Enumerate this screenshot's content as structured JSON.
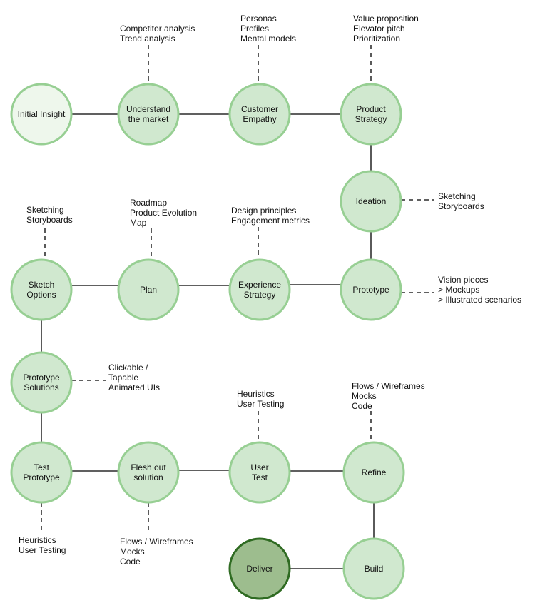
{
  "colors": {
    "node_fill": "#d0e8cf",
    "node_stroke": "#97cf93",
    "start_fill": "#eef7ec",
    "deliver_fill": "#9dbd8e",
    "deliver_stroke": "#2f6b22",
    "edge": "#000000"
  },
  "nodes": {
    "initial_insight": [
      "Initial Insight"
    ],
    "understand_market": [
      "Understand",
      "the market"
    ],
    "customer_empathy": [
      "Customer",
      "Empathy"
    ],
    "product_strategy": [
      "Product",
      "Strategy"
    ],
    "ideation": [
      "Ideation"
    ],
    "prototype": [
      "Prototype"
    ],
    "experience_strategy": [
      "Experience",
      "Strategy"
    ],
    "plan": [
      "Plan"
    ],
    "sketch_options": [
      "Sketch",
      "Options"
    ],
    "prototype_solutions": [
      "Prototype",
      "Solutions"
    ],
    "test_prototype": [
      "Test",
      "Prototype"
    ],
    "flesh_out": [
      "Flesh out",
      "solution"
    ],
    "user_test": [
      "User",
      "Test"
    ],
    "refine": [
      "Refine"
    ],
    "build": [
      "Build"
    ],
    "deliver": [
      "Deliver"
    ]
  },
  "notes": {
    "market": [
      "Competitor analysis",
      "Trend analysis"
    ],
    "empathy": [
      "Personas",
      "Profiles",
      "Mental models"
    ],
    "strategy": [
      "Value proposition",
      "Elevator pitch",
      "Prioritization"
    ],
    "ideation": [
      "Sketching",
      "Storyboards"
    ],
    "prototype": [
      "Vision pieces",
      "> Mockups",
      "> Illustrated scenarios"
    ],
    "experience": [
      "Design principles",
      "Engagement metrics"
    ],
    "plan": [
      "Roadmap",
      "Product Evolution",
      "Map"
    ],
    "sketch": [
      "Sketching",
      "Storyboards"
    ],
    "proto_solutions": [
      "Clickable /",
      "Tapable",
      "Animated UIs"
    ],
    "test_prototype": [
      "Heuristics",
      "User Testing"
    ],
    "flesh_out": [
      "Flows / Wireframes",
      "Mocks",
      "Code"
    ],
    "user_test": [
      "Heuristics",
      "User Testing"
    ],
    "refine": [
      "Flows / Wireframes",
      "Mocks",
      "Code"
    ]
  }
}
